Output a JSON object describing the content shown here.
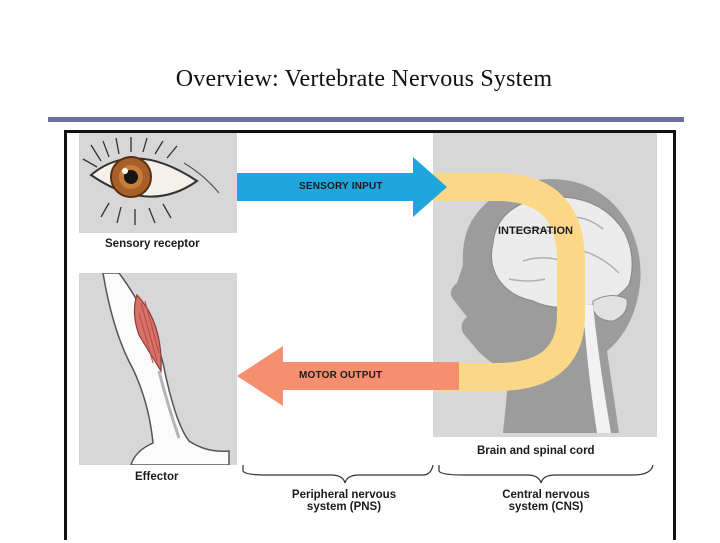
{
  "title": "Overview: Vertebrate Nervous System",
  "figure": {
    "sensory_input": "Sensory input",
    "motor_output": "Motor output",
    "integration": "INTEGRATION",
    "sensory_receptor": "Sensory receptor",
    "effector": "Effector",
    "brain_and_spinal_cord": "Brain and spinal cord",
    "pns_line1": "Peripheral nervous",
    "pns_line2": "system (PNS)",
    "cns_line1": "Central nervous",
    "cns_line2": "system (CNS)"
  },
  "colors": {
    "title_rule": "#6d6f9c",
    "sensory_arrow": "#1fa6dc",
    "motor_arrow": "#f58f6f",
    "integration_loop": "#fbd888",
    "panel_gray": "#d7d7d7"
  }
}
